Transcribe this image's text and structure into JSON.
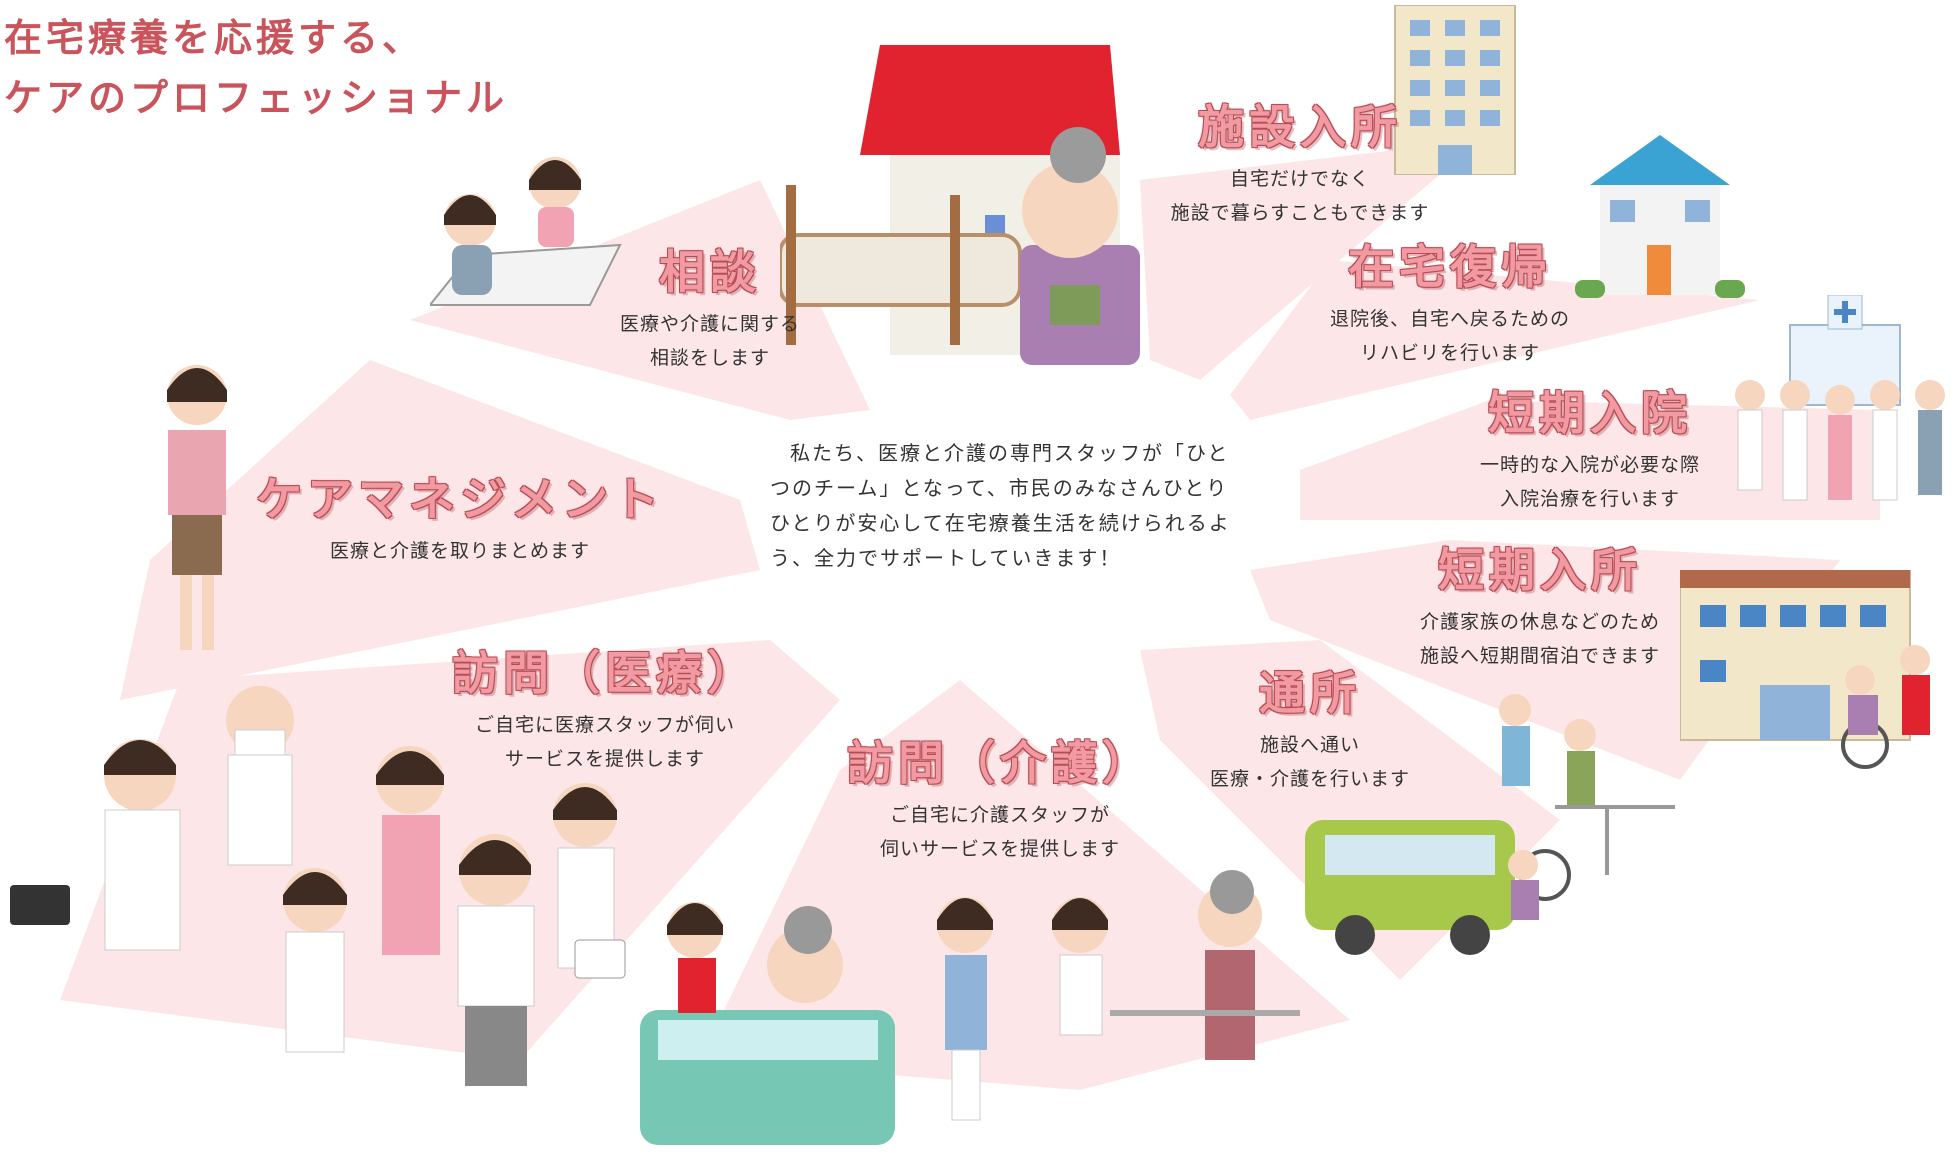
{
  "headline": {
    "line1": "在宅療養を応援する、",
    "line2": "ケアのプロフェッショナル"
  },
  "center_message": "私たち、医療と介護の専門スタッフが「ひとつのチーム」となって、市民のみなさんひとりひとりが安心して在宅療養生活を続けられるよう、全力でサポートしていきます！",
  "sections": {
    "consultation": {
      "title": "相談",
      "line1": "医療や介護に関する",
      "line2": "相談をします"
    },
    "facility_admission": {
      "title": "施設入所",
      "line1": "自宅だけでなく",
      "line2": "施設で暮らすこともできます"
    },
    "home_return": {
      "title": "在宅復帰",
      "line1": "退院後、自宅へ戻るための",
      "line2": "リハビリを行います"
    },
    "short_hospital": {
      "title": "短期入院",
      "line1": "一時的な入院が必要な際",
      "line2": "入院治療を行います"
    },
    "short_stay": {
      "title": "短期入所",
      "line1": "介護家族の休息などのため",
      "line2": "施設へ短期間宿泊できます"
    },
    "day_service": {
      "title": "通所",
      "line1": "施設へ通い",
      "line2": "医療・介護を行います"
    },
    "visit_care": {
      "title": "訪問（介護）",
      "line1": "ご自宅に介護スタッフが",
      "line2": "伺いサービスを提供します"
    },
    "visit_medical": {
      "title": "訪問（医療）",
      "line1": "ご自宅に医療スタッフが伺い",
      "line2": "サービスを提供します"
    },
    "care_management": {
      "title": "ケアマネジメント",
      "line1": "医療と介護を取りまとめます"
    }
  },
  "colors": {
    "accent": "#c9545b",
    "title_fill": "#f19aa2",
    "title_outline": "#b64d55",
    "sector_fill": "#fde6e8",
    "body_text": "#333333"
  }
}
